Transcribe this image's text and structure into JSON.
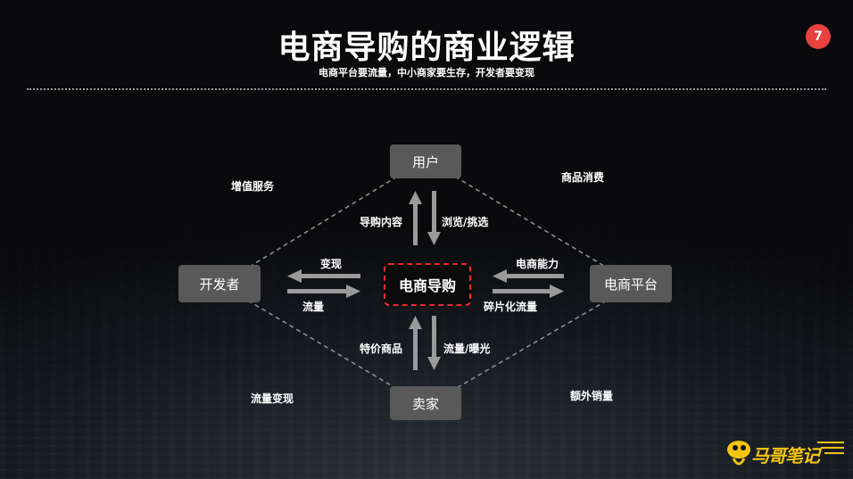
{
  "title": "电商导购的商业逻辑",
  "subtitle": "电商平台要流量，中小商家要生存，开发者要变现",
  "page_number": "7",
  "nodes": {
    "user": "用户",
    "developer": "开发者",
    "center": "电商导购",
    "platform": "电商平台",
    "seller": "卖家"
  },
  "edge_labels": {
    "guide_content": "导购内容",
    "browse_select": "浏览/挑选",
    "monetize": "变现",
    "traffic_left": "流量",
    "ecommerce_capability": "电商能力",
    "fragmented_traffic": "碎片化流量",
    "special_price_goods": "特价商品",
    "traffic_exposure": "流量/曝光"
  },
  "corner_labels": {
    "value_added_services": "增值服务",
    "product_consumption": "商品消费",
    "traffic_monetization": "流量变现",
    "extra_sales": "额外销量"
  },
  "logo": {
    "text": "马哥笔记",
    "color": "#f2c40e"
  },
  "colors": {
    "accent_red": "#e8413e",
    "node_gray": "#595959",
    "center_border": "#e52b2b"
  }
}
